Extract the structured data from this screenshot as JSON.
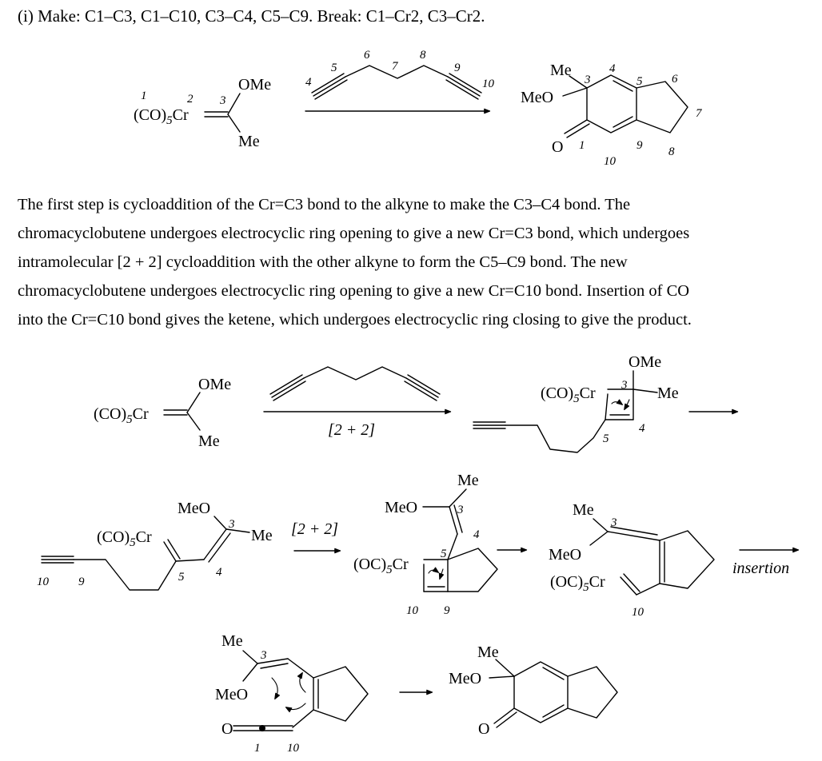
{
  "heading": "(i) Make: C1–C3, C1–C10, C3–C4, C5–C9.  Break: C1–Cr2, C3–Cr2.",
  "paragraph_lines": [
    "The first step is cycloaddition of the Cr=C3 bond to the alkyne to make the C3–C4 bond.  The",
    "chromacyclobutene undergoes electrocyclic ring opening to give a new Cr=C3 bond, which undergoes",
    "intramolecular [2 + 2] cycloaddition with the other alkyne to form the C5–C9 bond.  The new",
    "chromacyclobutene undergoes electrocyclic ring opening to give a new Cr=C10 bond.  Insertion of CO",
    "into the Cr=C10 bond gives the ketene, which undergoes electrocyclic ring closing to give the product."
  ],
  "labels": {
    "cr": "(CO)5Cr",
    "cr_inv": "(OC)5Cr",
    "cr_base": "(CO)",
    "cr_inv_base": "(OC)",
    "cr_sub": "5",
    "cr_tail": "Cr",
    "ome": "OMe",
    "meo": "MeO",
    "me": "Me",
    "o": "O",
    "step_2plus2": "[2 + 2]",
    "step_insertion": "insertion"
  },
  "atom_numbers": [
    "1",
    "2",
    "3",
    "4",
    "5",
    "6",
    "7",
    "8",
    "9",
    "10"
  ]
}
